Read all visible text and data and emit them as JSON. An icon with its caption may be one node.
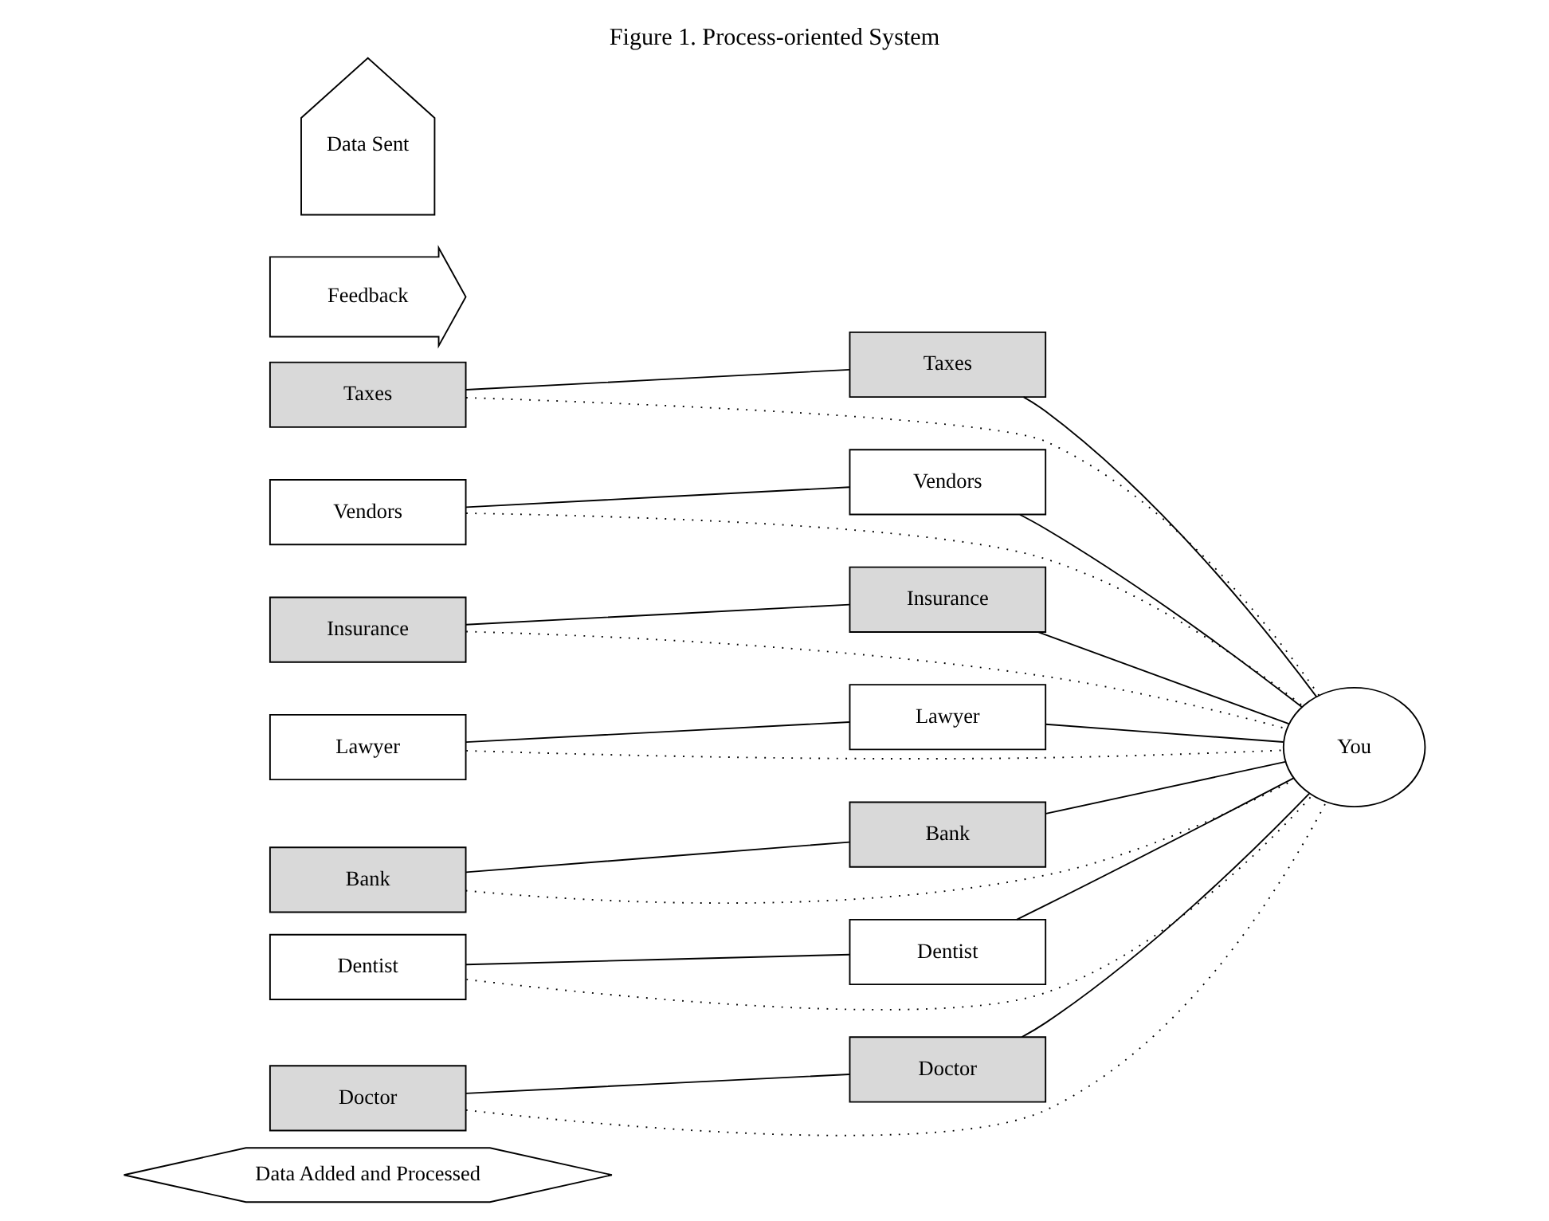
{
  "diagram": {
    "title": "Figure 1. Process-oriented System",
    "nodes": [
      {
        "text": [
          "Data Added and Processed"
        ]
      },
      {
        "text": [
          "Taxes"
        ]
      },
      {
        "text": [
          "Vendors"
        ]
      },
      {
        "text": [
          "Insurance"
        ]
      },
      {
        "text": [
          "Lawyer"
        ]
      },
      {
        "text": [
          "Bank"
        ]
      },
      {
        "text": [
          "Dentist"
        ]
      },
      {
        "text": [
          "Doctor"
        ]
      },
      {
        "text": [
          "Taxes"
        ]
      },
      {
        "text": [
          "Vendors"
        ]
      },
      {
        "text": [
          "Insurance"
        ]
      },
      {
        "text": [
          "Lawyer"
        ]
      },
      {
        "text": [
          "Bank"
        ]
      },
      {
        "text": [
          "Dentist"
        ]
      },
      {
        "text": [
          "Doctor"
        ]
      },
      {
        "text": [
          "You"
        ]
      },
      {
        "text": [
          "Feedback"
        ]
      },
      {
        "text": [
          "Data Sent"
        ]
      }
    ],
    "edges": [
      {
        "from": 1,
        "to": 8,
        "arrow": "none"
      },
      {
        "from": 2,
        "to": 9,
        "arrow": "none"
      },
      {
        "from": 3,
        "to": 10,
        "arrow": "none"
      },
      {
        "from": 4,
        "to": 11,
        "arrow": "none"
      },
      {
        "from": 5,
        "to": 12,
        "arrow": "none"
      },
      {
        "from": 6,
        "to": 13,
        "arrow": "none"
      },
      {
        "from": 7,
        "to": 14,
        "arrow": "none"
      },
      {
        "from": 8,
        "to": 15,
        "arrow": "none"
      },
      {
        "from": 9,
        "to": 15,
        "arrow": "none"
      },
      {
        "from": 10,
        "to": 15,
        "arrow": "none"
      },
      {
        "from": 11,
        "to": 15,
        "arrow": "none"
      },
      {
        "from": 12,
        "to": 15,
        "arrow": "none"
      },
      {
        "from": 13,
        "to": 15,
        "arrow": "none"
      },
      {
        "from": 14,
        "to": 15,
        "arrow": "none"
      },
      {
        "from": 1,
        "to": 15,
        "arrow": "none",
        "style": "dashed"
      },
      {
        "from": 2,
        "to": 15,
        "arrow": "none",
        "style": "dashed"
      },
      {
        "from": 3,
        "to": 15,
        "arrow": "none",
        "style": "dashed"
      },
      {
        "from": 4,
        "to": 15,
        "arrow": "none",
        "style": "dashed"
      },
      {
        "from": 5,
        "to": 15,
        "arrow": "none",
        "style": "dashed"
      },
      {
        "from": 6,
        "to": 15,
        "arrow": "none",
        "style": "dashed"
      },
      {
        "from": 7,
        "to": 15,
        "arrow": "none",
        "style": "dashed"
      }
    ]
  }
}
